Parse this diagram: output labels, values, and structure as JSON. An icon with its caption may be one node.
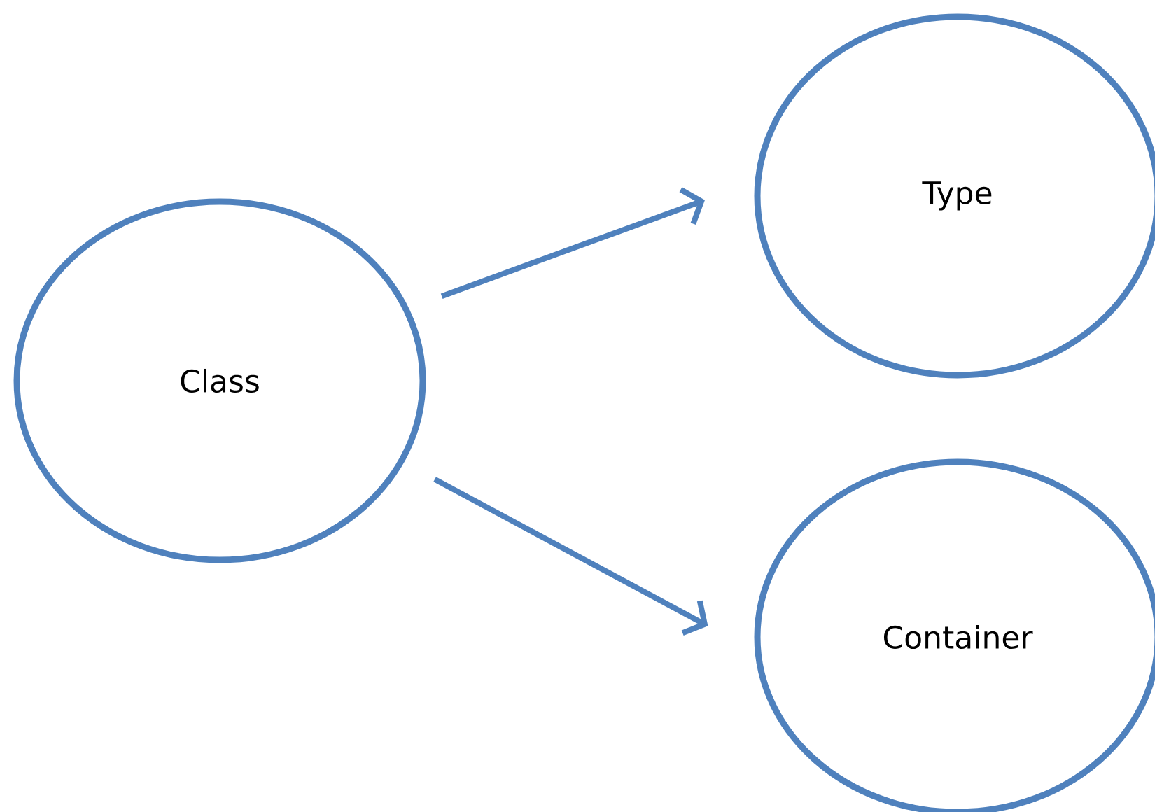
{
  "diagram": {
    "nodes": [
      {
        "text": [
          "Class"
        ]
      },
      {
        "text": [
          "Type"
        ]
      },
      {
        "text": [
          "Container"
        ]
      }
    ],
    "edges": [
      {
        "from": 0,
        "to": 1,
        "arrow": "to"
      },
      {
        "from": 0,
        "to": 2,
        "arrow": "to"
      }
    ]
  }
}
